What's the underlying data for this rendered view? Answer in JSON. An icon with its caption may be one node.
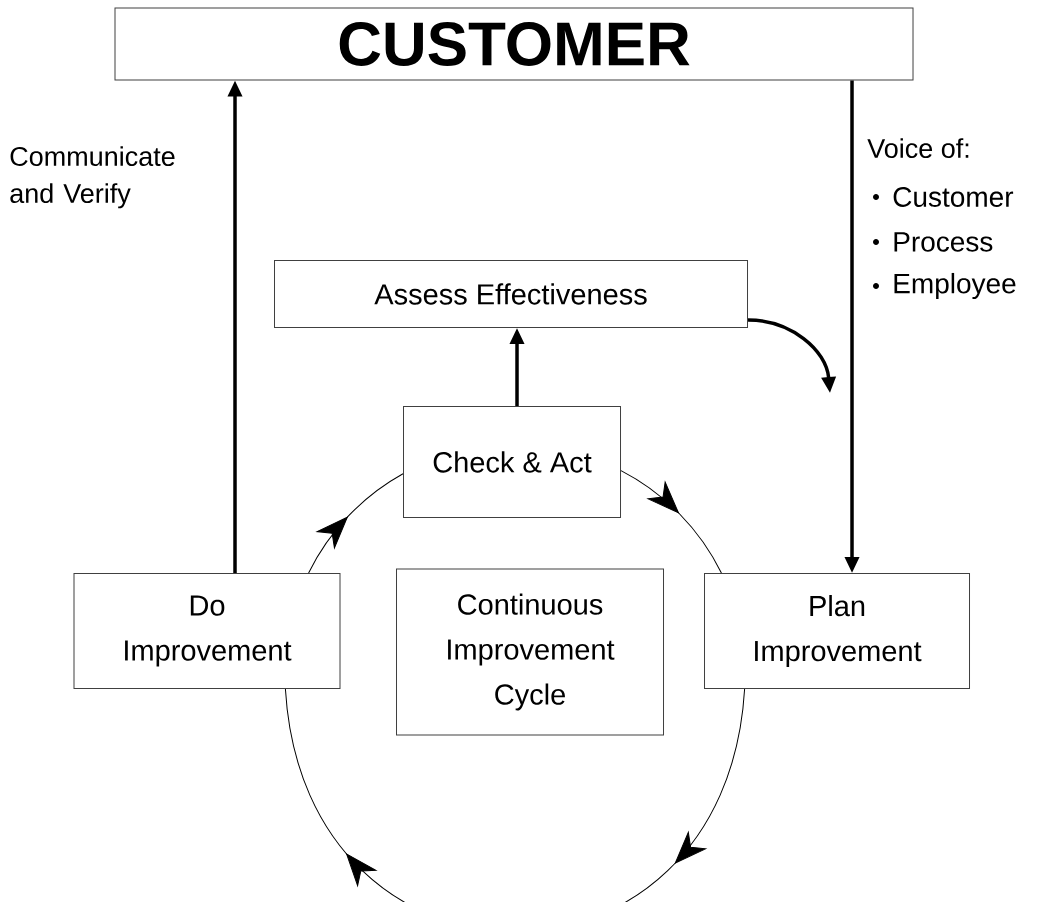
{
  "diagram": {
    "nodes": [
      {
        "text": [
          "CUSTOMER"
        ]
      },
      {
        "text": [
          "Assess Effectiveness"
        ]
      },
      {
        "text": [
          "Check & Act"
        ]
      },
      {
        "text": [
          "Do Improvement"
        ]
      },
      {
        "text": [
          "Continuous Improvement Cycle"
        ]
      },
      {
        "text": [
          "Plan Improvement"
        ]
      }
    ],
    "edges": [
      {
        "from": 3,
        "to": 0,
        "arrow": "to",
        "label": "Communicate and Verify"
      },
      {
        "from": 0,
        "to": 5,
        "arrow": "to",
        "label": "Voice of:"
      },
      {
        "from": 2,
        "to": 1,
        "arrow": "to"
      },
      {
        "from": 1,
        "to": null,
        "arrow": "to"
      },
      {
        "from": 2,
        "to": 5,
        "arrow": "to"
      },
      {
        "from": 5,
        "to": 3,
        "arrow": "to"
      },
      {
        "from": 3,
        "to": 2,
        "arrow": "to"
      }
    ],
    "labels": [
      "Customer",
      "Process",
      "Employee"
    ]
  }
}
